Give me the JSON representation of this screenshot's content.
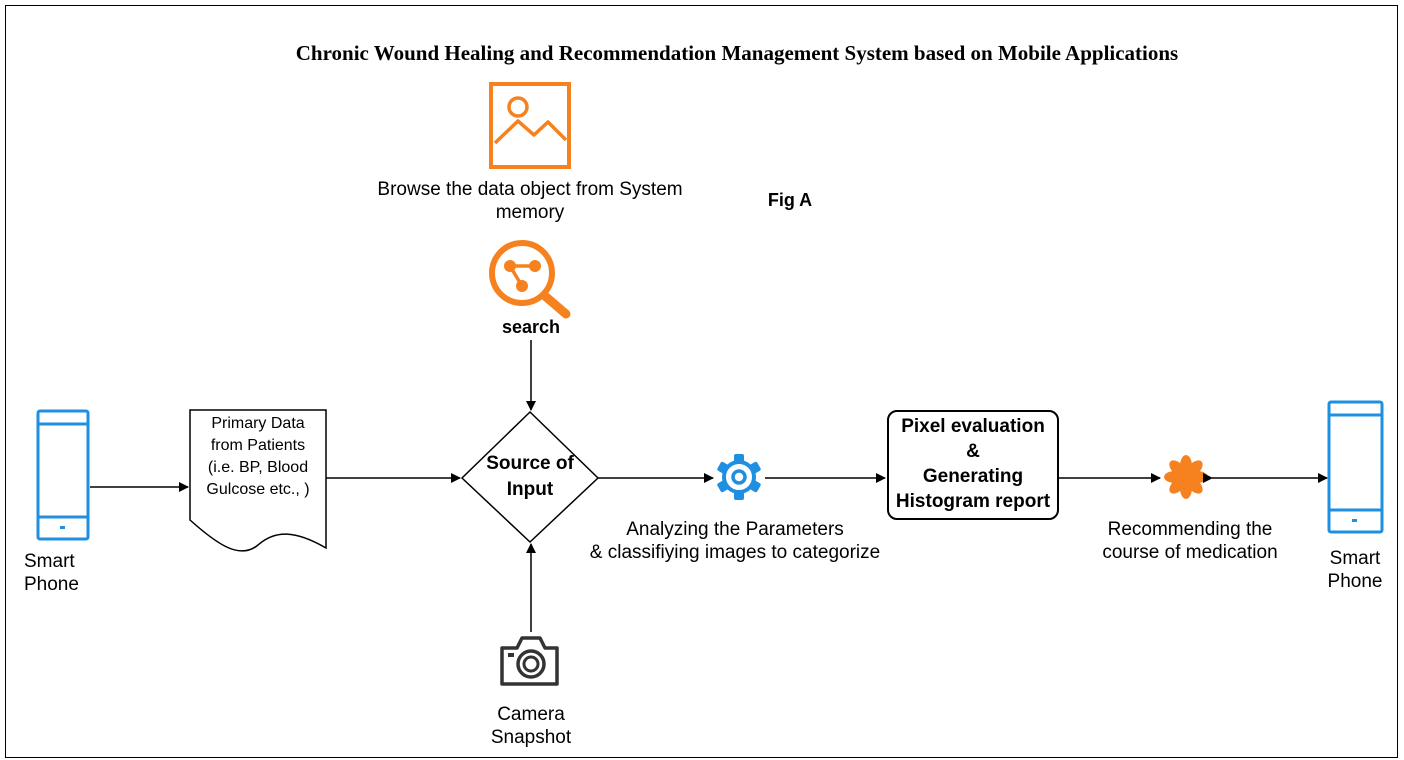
{
  "title": "Chronic Wound Healing and Recommendation Management System based on Mobile Applications",
  "fig_label": "Fig A",
  "nodes": {
    "browse": {
      "line1": "Browse the data object from System",
      "line2": "memory"
    },
    "search": {
      "label": "search"
    },
    "phone_left": {
      "line1": "Smart",
      "line2": "Phone"
    },
    "primary_data": {
      "line1": "Primary Data",
      "line2": "from Patients",
      "line3": "(i.e. BP, Blood",
      "line4": "Gulcose etc., )"
    },
    "decision": {
      "line1": "Source of",
      "line2": "Input"
    },
    "analyze": {
      "line1": "Analyzing the Parameters",
      "line2": "& classifiying images to categorize"
    },
    "pixel": {
      "line1": "Pixel evaluation",
      "line2": "&",
      "line3": "Generating",
      "line4": "Histogram report"
    },
    "recommend": {
      "line1": "Recommending the",
      "line2": "course of medication"
    },
    "phone_right": {
      "line1": "Smart",
      "line2": "Phone"
    },
    "camera": {
      "line1": "Camera",
      "line2": "Snapshot"
    }
  },
  "colors": {
    "orange": "#F5821F",
    "blue": "#1E8FE1",
    "dark": "#333333"
  },
  "icons": [
    "image-icon",
    "share-search-icon",
    "smartphone-icon",
    "gear-icon",
    "asterisk-icon",
    "camera-icon"
  ]
}
